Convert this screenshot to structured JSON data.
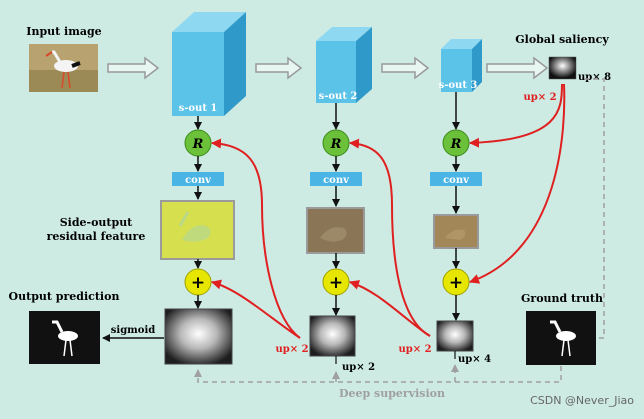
{
  "labels": {
    "input_image": "Input image",
    "global_saliency": "Global saliency",
    "side_output_line1": "Side-output",
    "side_output_line2": "residual feature",
    "output_prediction": "Output prediction",
    "ground_truth": "Ground truth",
    "deep_supervision": "Deep supervision",
    "sigmoid": "sigmoid",
    "watermark": "CSDN @Never_Jiao"
  },
  "stages": [
    {
      "name": "s-out 1",
      "r": "R",
      "conv": "conv",
      "plus": "+",
      "up": "up× 2"
    },
    {
      "name": "s-out 2",
      "r": "R",
      "conv": "conv",
      "plus": "+",
      "up": "up× 2"
    },
    {
      "name": "s-out 3",
      "r": "R",
      "conv": "conv",
      "plus": "+",
      "up": "up× 4"
    }
  ],
  "global_up_labels": {
    "up_small": "up× 2",
    "up_large": "up× 8"
  },
  "colors": {
    "background": "#cdebe3",
    "cube_front": "#5bc2e8",
    "cube_top": "#8fd8f2",
    "cube_side": "#2f9ac9",
    "r_circle": "#6cc13a",
    "plus_circle": "#e6e600",
    "conv_box": "#4ab5e4",
    "red_arrow": "#e02020",
    "dashed": "#a0a0a0"
  }
}
